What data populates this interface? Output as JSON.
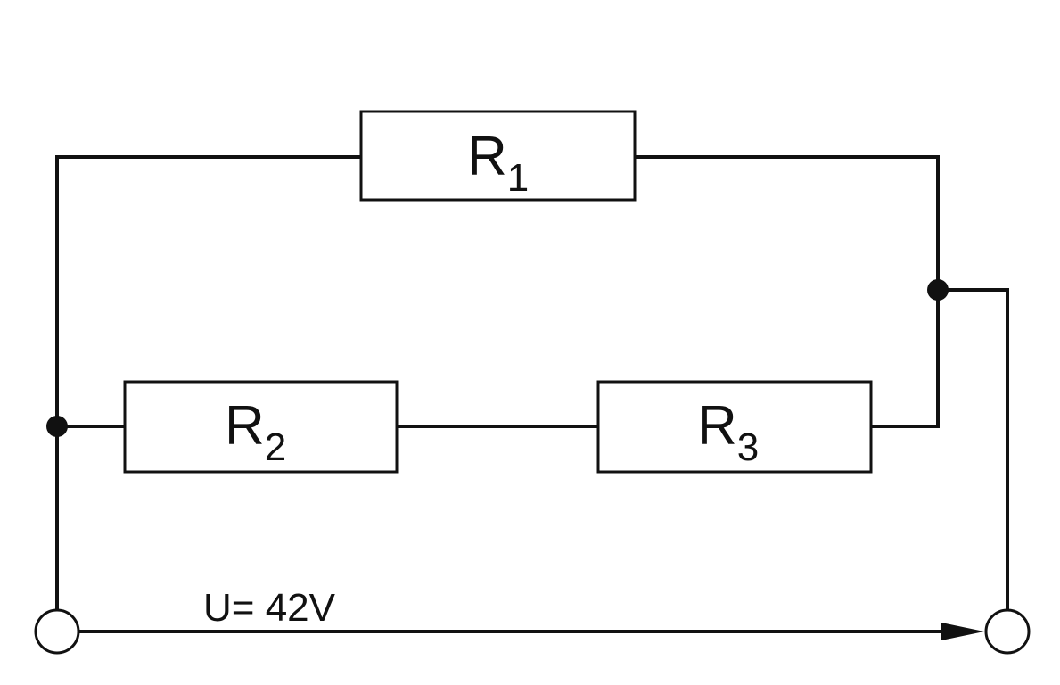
{
  "resistors": [
    {
      "id": "r1",
      "letter": "R",
      "subscript": "1"
    },
    {
      "id": "r2",
      "letter": "R",
      "subscript": "2"
    },
    {
      "id": "r3",
      "letter": "R",
      "subscript": "3"
    }
  ],
  "voltage": {
    "label": "U= 42V"
  },
  "colors": {
    "line": "#111111",
    "background": "#ffffff"
  }
}
